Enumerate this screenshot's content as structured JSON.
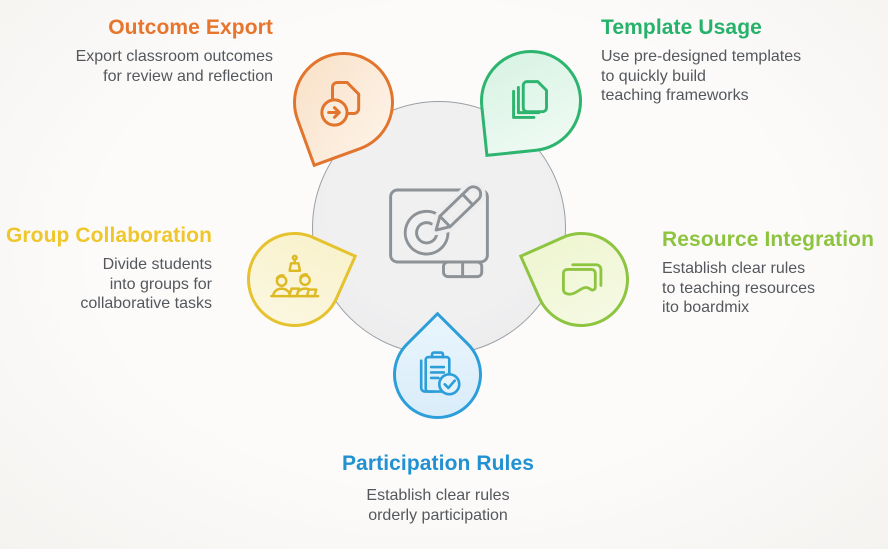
{
  "canvas": {
    "background": "#FBFAF8",
    "type": "infographic-diagram"
  },
  "center": {
    "name": "interactive-whiteboard",
    "icon": "whiteboard-pencil-icon",
    "circle_fill": "#EDEDEE",
    "circle_border": "#9BA0A5"
  },
  "text_color": "#54585D",
  "features": [
    {
      "id": "outcome-export",
      "title": "Outcome Export",
      "description": "Export classroom outcomes\nfor review and reflection",
      "accent": "#E8752C",
      "pin_fill": "#FAE7D3",
      "icon": "document-export-icon",
      "position": "top-left"
    },
    {
      "id": "template-usage",
      "title": "Template Usage",
      "description": "Use pre-designed templates\nto quickly build\nteaching frameworks",
      "accent": "#27B26B",
      "pin_fill": "#E0F5E9",
      "icon": "stacked-templates-icon",
      "position": "top-right"
    },
    {
      "id": "group-collaboration",
      "title": "Group Collaboration",
      "description": "Divide students\ninto groups for\ncollaborative tasks",
      "accent": "#EFC62C",
      "pin_fill": "#FAF5D8",
      "icon": "students-group-icon",
      "position": "left"
    },
    {
      "id": "resource-integration",
      "title": "Resource Integration",
      "description": "Establish clear rules\nto teaching resources\nito boardmix",
      "accent": "#8DC43F",
      "pin_fill": "#F0F7D8",
      "icon": "resource-cards-icon",
      "position": "right"
    },
    {
      "id": "participation-rules",
      "title": "Participation Rules",
      "description": "Establish clear rules\norderly participation",
      "accent": "#2191D2",
      "pin_fill": "#DFEFFA",
      "icon": "clipboard-check-icon",
      "position": "bottom"
    }
  ]
}
